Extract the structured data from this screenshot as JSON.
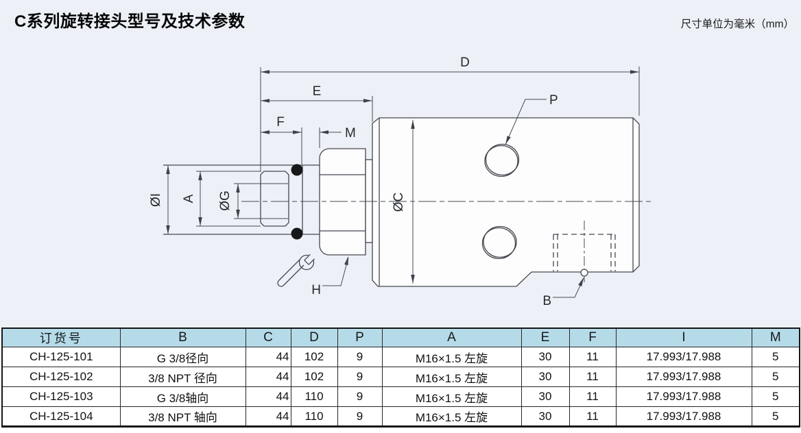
{
  "page": {
    "title": "C系列旋转接头型号及技术参数",
    "unit_note": "尺寸单位为毫米（mm）"
  },
  "diagram": {
    "labels": {
      "d": "D",
      "e": "E",
      "f": "F",
      "m": "M",
      "p": "P",
      "i": "ØI",
      "a": "A",
      "g": "ØG",
      "c": "ØC",
      "h": "H",
      "b": "B"
    }
  },
  "table": {
    "headers": [
      "订货号",
      "B",
      "C",
      "D",
      "P",
      "A",
      "E",
      "F",
      "I",
      "M"
    ],
    "rows": [
      [
        "CH-125-101",
        "G 3/8径向",
        "44",
        "102",
        "9",
        "M16×1.5 左旋",
        "30",
        "11",
        "17.993/17.988",
        "5"
      ],
      [
        "CH-125-102",
        "3/8 NPT 径向",
        "44",
        "102",
        "9",
        "M16×1.5 左旋",
        "30",
        "11",
        "17.993/17.988",
        "5"
      ],
      [
        "CH-125-103",
        "G 3/8轴向",
        "44",
        "110",
        "9",
        "M16×1.5 左旋",
        "30",
        "11",
        "17.993/17.988",
        "5"
      ],
      [
        "CH-125-104",
        "3/8 NPT 轴向",
        "44",
        "110",
        "9",
        "M16×1.5 左旋",
        "30",
        "11",
        "17.993/17.988",
        "5"
      ]
    ]
  },
  "colors": {
    "panel_bg": "#edf1f7",
    "table_header_bg": "#b5dbe8",
    "drawing_line": "#454a52",
    "oring_fill": "#17181a"
  }
}
